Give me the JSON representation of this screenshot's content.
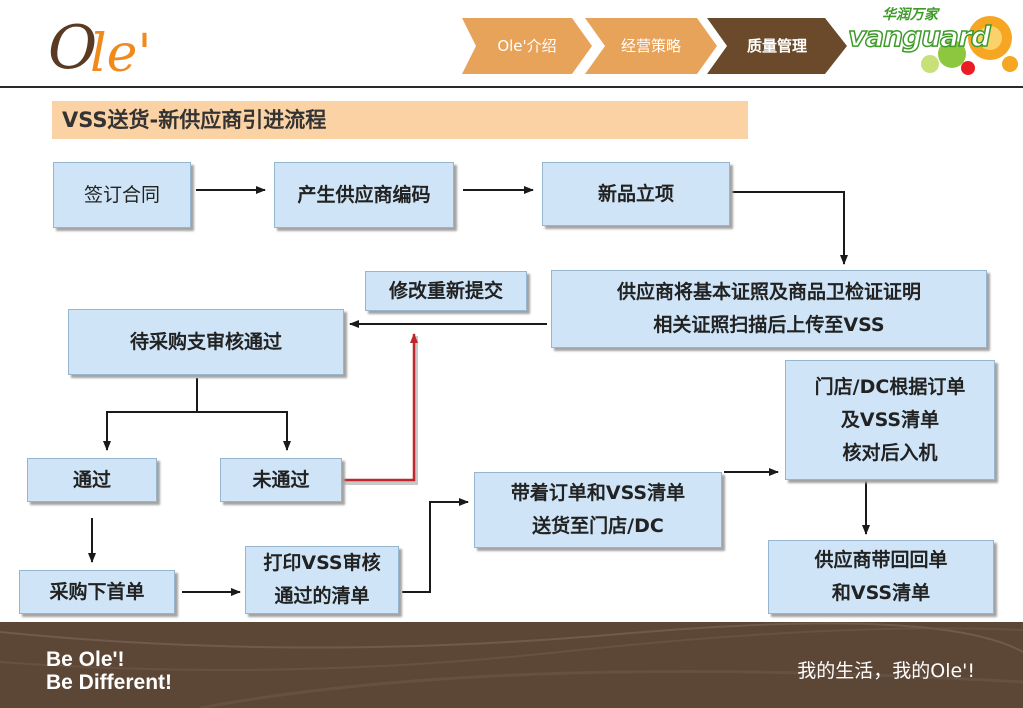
{
  "header": {
    "logo_text_o": "O",
    "logo_text_le": "le'",
    "nav_steps": [
      {
        "label": "Ole'介绍",
        "color": "#e8a35a",
        "active": false
      },
      {
        "label": "经营策略",
        "color": "#e8a35a",
        "active": false
      },
      {
        "label": "质量管理",
        "color": "#6b4a2b",
        "active": true
      }
    ],
    "brand_logo_cn": "华润万家",
    "brand_logo_en": "vanguard"
  },
  "title": "VSS送货-新供应商引进流程",
  "flow": {
    "sign_contract": "签订合同",
    "generate_code": "产生供应商编码",
    "new_product": "新品立项",
    "upload_license_1": "供应商将基本证照及商品卫检证证明",
    "upload_license_2": "相关证照扫描后上传至VSS",
    "revise_resubmit": "修改重新提交",
    "pending_review": "待采购支审核通过",
    "passed": "通过",
    "not_passed": "未通过",
    "purchase_order": "采购下首单",
    "print_list_1": "打印VSS审核",
    "print_list_2": "通过的清单",
    "deliver_1": "带着订单和VSS清单",
    "deliver_2": "送货至门店/DC",
    "store_check_1": "门店/DC根据订单",
    "store_check_2": "及VSS清单",
    "store_check_3": "核对后入机",
    "return_1": "供应商带回回单",
    "return_2": "和VSS清单"
  },
  "colors": {
    "box_fill": "#cfe5f7",
    "reject_arrow": "#c0262b",
    "banner": "#fbd2a4",
    "footer": "#5c4636"
  },
  "footer": {
    "slogan_line1": "Be Ole'!",
    "slogan_line2": "Be Different!",
    "tagline": "我的生活，我的Ole'!"
  }
}
